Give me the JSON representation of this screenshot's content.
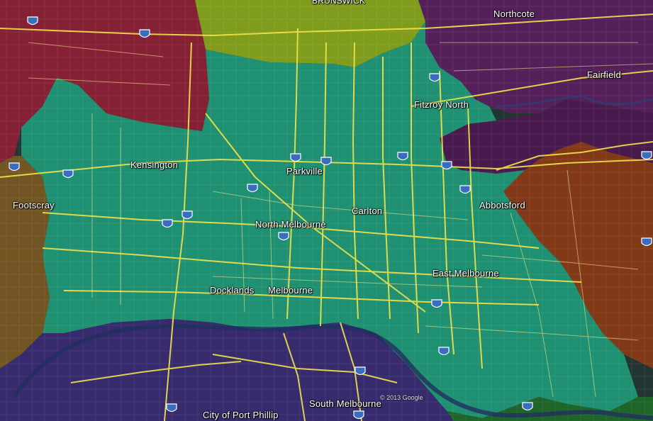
{
  "map": {
    "places": {
      "brunswick_partial": "BRUNSWICK",
      "northcote": "Northcote",
      "fairfield": "Fairfield",
      "fitzroy_north": "Fitzroy North",
      "kensington": "Kensington",
      "parkville": "Parkville",
      "footscray": "Footscray",
      "abbotsford": "Abbotsford",
      "carlton": "Carlton",
      "north_melbourne": "North Melbourne",
      "east_melbourne": "East Melbourne",
      "docklands": "Docklands",
      "melbourne": "Melbourne",
      "south_melbourne": "South Melbourne",
      "city_of_port_phillip": "City of Port Phillip"
    },
    "credit": "© 2013 Google",
    "region_colors": {
      "central": "#1f9a78",
      "west": "#8e1f35",
      "north": "#8fae1a",
      "northeast": "#5a1d5c",
      "east": "#8a3a15",
      "south": "#3a2a72",
      "southwest": "#7a5a22",
      "southeast": "#1f6a28"
    },
    "road_color": "#f2e34a",
    "shield_color": "#3a6cc0"
  }
}
